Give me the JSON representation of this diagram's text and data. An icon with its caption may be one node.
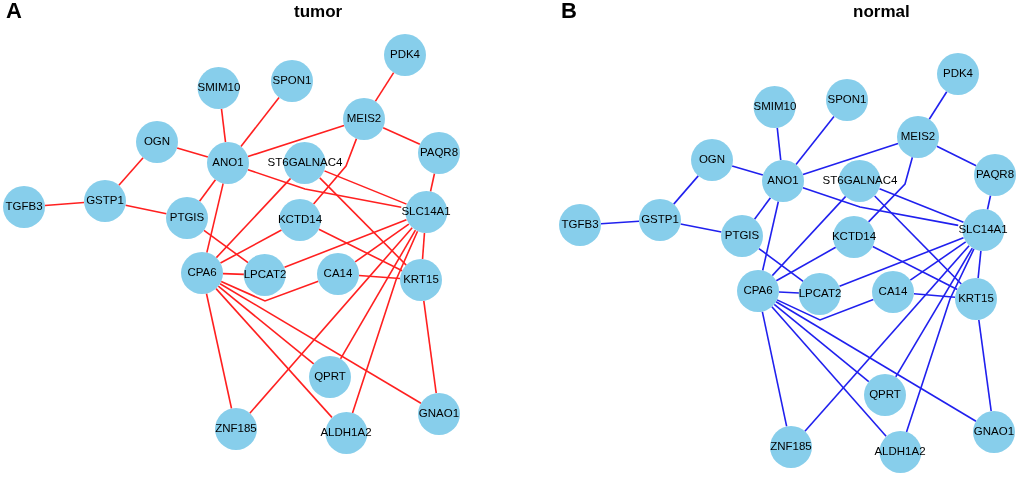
{
  "diagram": {
    "nodes": [
      {
        "text": [
          "PDK4"
        ]
      },
      {
        "text": [
          "SMIM10"
        ]
      },
      {
        "text": [
          "SPON1"
        ]
      },
      {
        "text": [
          "MEIS2"
        ]
      },
      {
        "text": [
          "OGN"
        ]
      },
      {
        "text": [
          "ANO1"
        ]
      },
      {
        "text": [
          "ST6GALNAC4"
        ]
      },
      {
        "text": [
          "PAQR8"
        ]
      },
      {
        "text": [
          "TGFB3"
        ]
      },
      {
        "text": [
          "GSTP1"
        ]
      },
      {
        "text": [
          "PTGIS"
        ]
      },
      {
        "text": [
          "SLC14A1"
        ]
      },
      {
        "text": [
          "KCTD14"
        ]
      },
      {
        "text": [
          "CPA6"
        ]
      },
      {
        "text": [
          "LPCAT2"
        ]
      },
      {
        "text": [
          "CA14"
        ]
      },
      {
        "text": [
          "KRT15"
        ]
      },
      {
        "text": [
          "QPRT"
        ]
      },
      {
        "text": [
          "GNAO1"
        ]
      },
      {
        "text": [
          "ZNF185"
        ]
      },
      {
        "text": [
          "ALDH1A2"
        ]
      },
      {
        "text": [
          "PDK4"
        ]
      },
      {
        "text": [
          "SMIM10"
        ]
      },
      {
        "text": [
          "SPON1"
        ]
      },
      {
        "text": [
          "MEIS2"
        ]
      },
      {
        "text": [
          "OGN"
        ]
      },
      {
        "text": [
          "ANO1"
        ]
      },
      {
        "text": [
          "ST6GALNAC4"
        ]
      },
      {
        "text": [
          "PAQR8"
        ]
      },
      {
        "text": [
          "TGFB3"
        ]
      },
      {
        "text": [
          "GSTP1"
        ]
      },
      {
        "text": [
          "PTGIS"
        ]
      },
      {
        "text": [
          "SLC14A1"
        ]
      },
      {
        "text": [
          "KCTD14"
        ]
      },
      {
        "text": [
          "CPA6"
        ]
      },
      {
        "text": [
          "LPCAT2"
        ]
      },
      {
        "text": [
          "CA14"
        ]
      },
      {
        "text": [
          "KRT15"
        ]
      },
      {
        "text": [
          "QPRT"
        ]
      },
      {
        "text": [
          "GNAO1"
        ]
      },
      {
        "text": [
          "ZNF185"
        ]
      },
      {
        "text": [
          "ALDH1A2"
        ]
      }
    ],
    "edges": [
      {
        "from": 0,
        "to": 3,
        "arrow": "none",
        "color": "#ff2020"
      },
      {
        "from": 1,
        "to": 5,
        "arrow": "none",
        "color": "#ff2020"
      },
      {
        "from": 2,
        "to": 5,
        "arrow": "none",
        "color": "#ff2020"
      },
      {
        "from": 4,
        "to": 5,
        "arrow": "none",
        "color": "#ff2020"
      },
      {
        "from": 5,
        "to": 3,
        "arrow": "none",
        "color": "#ff2020"
      },
      {
        "from": 4,
        "to": 9,
        "arrow": "none",
        "color": "#ff2020"
      },
      {
        "from": 8,
        "to": 9,
        "arrow": "none",
        "color": "#ff2020"
      },
      {
        "from": 9,
        "to": 10,
        "arrow": "none",
        "color": "#ff2020"
      },
      {
        "from": 3,
        "to": 7,
        "arrow": "none",
        "color": "#ff2020"
      },
      {
        "from": 7,
        "to": 11,
        "arrow": "none",
        "color": "#ff2020"
      },
      {
        "from": 3,
        "to": 12,
        "arrow": "none",
        "color": "#ff2020"
      },
      {
        "from": 5,
        "to": 11,
        "arrow": "none",
        "color": "#ff2020"
      },
      {
        "from": 6,
        "to": 11,
        "arrow": "none",
        "color": "#ff2020"
      },
      {
        "from": 6,
        "to": 16,
        "arrow": "none",
        "color": "#ff2020"
      },
      {
        "from": 5,
        "to": 10,
        "arrow": "none",
        "color": "#ff2020"
      },
      {
        "from": 5,
        "to": 13,
        "arrow": "none",
        "color": "#ff2020"
      },
      {
        "from": 6,
        "to": 13,
        "arrow": "none",
        "color": "#ff2020"
      },
      {
        "from": 10,
        "to": 14,
        "arrow": "none",
        "color": "#ff2020"
      },
      {
        "from": 12,
        "to": 13,
        "arrow": "none",
        "color": "#ff2020"
      },
      {
        "from": 12,
        "to": 16,
        "arrow": "none",
        "color": "#ff2020"
      },
      {
        "from": 11,
        "to": 14,
        "arrow": "none",
        "color": "#ff2020"
      },
      {
        "from": 11,
        "to": 15,
        "arrow": "none",
        "color": "#ff2020"
      },
      {
        "from": 11,
        "to": 16,
        "arrow": "none",
        "color": "#ff2020"
      },
      {
        "from": 11,
        "to": 19,
        "arrow": "none",
        "color": "#ff2020"
      },
      {
        "from": 11,
        "to": 17,
        "arrow": "none",
        "color": "#ff2020"
      },
      {
        "from": 11,
        "to": 20,
        "arrow": "none",
        "color": "#ff2020"
      },
      {
        "from": 16,
        "to": 18,
        "arrow": "none",
        "color": "#ff2020"
      },
      {
        "from": 13,
        "to": 14,
        "arrow": "none",
        "color": "#ff2020"
      },
      {
        "from": 13,
        "to": 15,
        "arrow": "none",
        "color": "#ff2020"
      },
      {
        "from": 15,
        "to": 16,
        "arrow": "none",
        "color": "#ff2020"
      },
      {
        "from": 13,
        "to": 19,
        "arrow": "none",
        "color": "#ff2020"
      },
      {
        "from": 13,
        "to": 20,
        "arrow": "none",
        "color": "#ff2020"
      },
      {
        "from": 13,
        "to": 17,
        "arrow": "none",
        "color": "#ff2020"
      },
      {
        "from": 13,
        "to": 18,
        "arrow": "none",
        "color": "#ff2020"
      },
      {
        "from": 21,
        "to": 24,
        "arrow": "none",
        "color": "#2020ee"
      },
      {
        "from": 22,
        "to": 26,
        "arrow": "none",
        "color": "#2020ee"
      },
      {
        "from": 23,
        "to": 26,
        "arrow": "none",
        "color": "#2020ee"
      },
      {
        "from": 25,
        "to": 26,
        "arrow": "none",
        "color": "#2020ee"
      },
      {
        "from": 26,
        "to": 24,
        "arrow": "none",
        "color": "#2020ee"
      },
      {
        "from": 25,
        "to": 30,
        "arrow": "none",
        "color": "#2020ee"
      },
      {
        "from": 29,
        "to": 30,
        "arrow": "none",
        "color": "#2020ee"
      },
      {
        "from": 30,
        "to": 31,
        "arrow": "none",
        "color": "#2020ee"
      },
      {
        "from": 24,
        "to": 28,
        "arrow": "none",
        "color": "#2020ee"
      },
      {
        "from": 28,
        "to": 32,
        "arrow": "none",
        "color": "#2020ee"
      },
      {
        "from": 24,
        "to": 33,
        "arrow": "none",
        "color": "#2020ee"
      },
      {
        "from": 26,
        "to": 32,
        "arrow": "none",
        "color": "#2020ee"
      },
      {
        "from": 27,
        "to": 32,
        "arrow": "none",
        "color": "#2020ee"
      },
      {
        "from": 27,
        "to": 37,
        "arrow": "none",
        "color": "#2020ee"
      },
      {
        "from": 26,
        "to": 31,
        "arrow": "none",
        "color": "#2020ee"
      },
      {
        "from": 26,
        "to": 34,
        "arrow": "none",
        "color": "#2020ee"
      },
      {
        "from": 27,
        "to": 34,
        "arrow": "none",
        "color": "#2020ee"
      },
      {
        "from": 31,
        "to": 35,
        "arrow": "none",
        "color": "#2020ee"
      },
      {
        "from": 33,
        "to": 34,
        "arrow": "none",
        "color": "#2020ee"
      },
      {
        "from": 33,
        "to": 37,
        "arrow": "none",
        "color": "#2020ee"
      },
      {
        "from": 32,
        "to": 35,
        "arrow": "none",
        "color": "#2020ee"
      },
      {
        "from": 32,
        "to": 36,
        "arrow": "none",
        "color": "#2020ee"
      },
      {
        "from": 32,
        "to": 37,
        "arrow": "none",
        "color": "#2020ee"
      },
      {
        "from": 32,
        "to": 40,
        "arrow": "none",
        "color": "#2020ee"
      },
      {
        "from": 32,
        "to": 38,
        "arrow": "none",
        "color": "#2020ee"
      },
      {
        "from": 32,
        "to": 41,
        "arrow": "none",
        "color": "#2020ee"
      },
      {
        "from": 37,
        "to": 39,
        "arrow": "none",
        "color": "#2020ee"
      },
      {
        "from": 34,
        "to": 35,
        "arrow": "none",
        "color": "#2020ee"
      },
      {
        "from": 34,
        "to": 36,
        "arrow": "none",
        "color": "#2020ee"
      },
      {
        "from": 36,
        "to": 37,
        "arrow": "none",
        "color": "#2020ee"
      },
      {
        "from": 34,
        "to": 40,
        "arrow": "none",
        "color": "#2020ee"
      },
      {
        "from": 34,
        "to": 41,
        "arrow": "none",
        "color": "#2020ee"
      },
      {
        "from": 34,
        "to": 38,
        "arrow": "none",
        "color": "#2020ee"
      },
      {
        "from": 34,
        "to": 39,
        "arrow": "none",
        "color": "#2020ee"
      }
    ],
    "labels": [
      "A",
      "tumor",
      "B",
      "normal"
    ]
  }
}
